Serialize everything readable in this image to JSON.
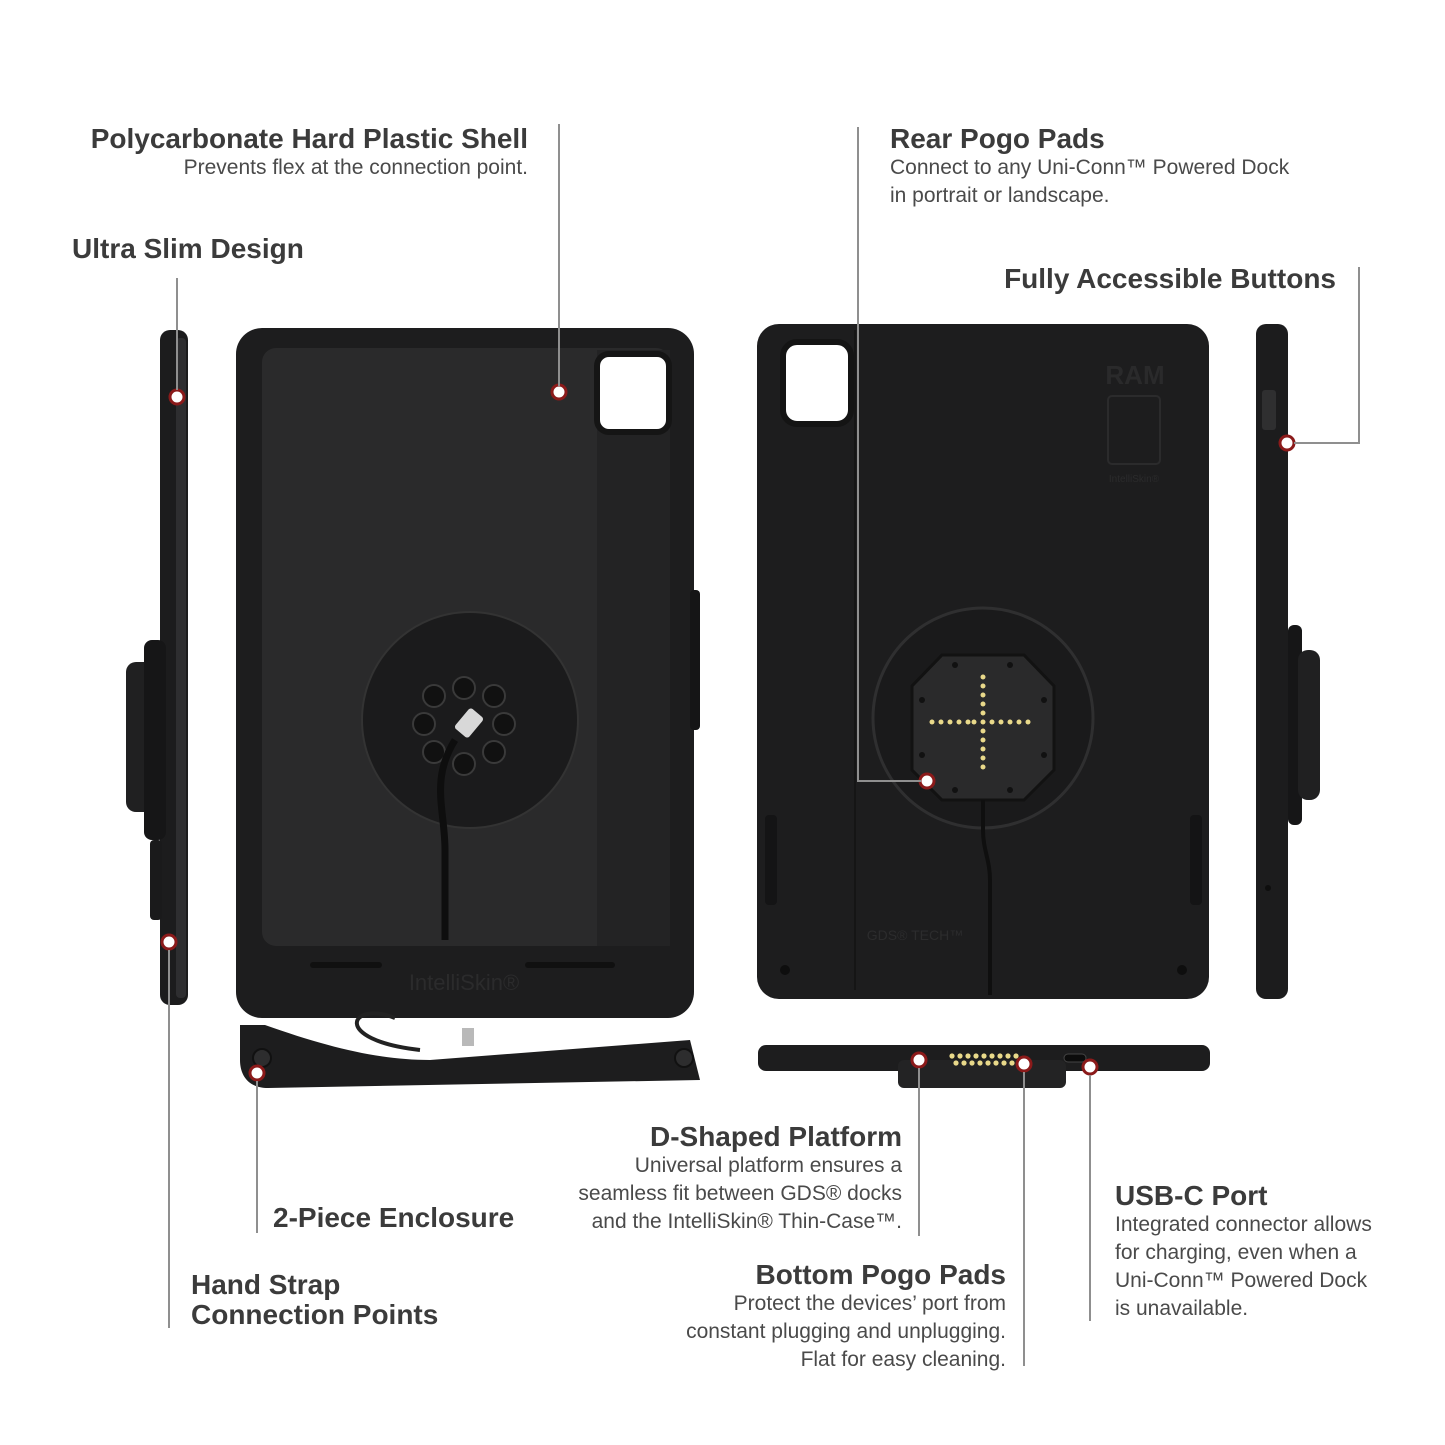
{
  "callouts": {
    "shell": {
      "title": "Polycarbonate Hard Plastic Shell",
      "desc": "Prevents flex at the connection point."
    },
    "slim": {
      "title": "Ultra Slim Design"
    },
    "rear_pogo": {
      "title": "Rear Pogo Pads",
      "desc1": "Connect to any Uni-Conn™ Powered Dock",
      "desc2": "in portrait or landscape."
    },
    "buttons": {
      "title": "Fully Accessible Buttons"
    },
    "platform": {
      "title": "D-Shaped Platform",
      "desc1": "Universal platform ensures a",
      "desc2": "seamless fit between GDS® docks",
      "desc3": "and the IntelliSkin® Thin-Case™."
    },
    "enclosure": {
      "title": "2-Piece Enclosure"
    },
    "hand_strap": {
      "title1": "Hand Strap",
      "title2": "Connection Points"
    },
    "bottom_pogo": {
      "title": "Bottom Pogo Pads",
      "desc1": "Protect the devices’ port from",
      "desc2": "constant plugging and unplugging.",
      "desc3": "Flat for easy cleaning."
    },
    "usbc": {
      "title": "USB-C Port",
      "desc1": "Integrated connector allows",
      "desc2": "for charging, even when a",
      "desc3": "Uni-Conn™ Powered Dock",
      "desc4": "is unavailable."
    }
  },
  "product_marks": {
    "front_logo": "IntelliSkin®",
    "back_brand": "RAM",
    "back_logo": "IntelliSkin®",
    "gds": "GDS® TECH™"
  },
  "colors": {
    "case": "#1f1f20",
    "case_edge": "#2c2c2d",
    "leader": "#8f8f8f",
    "marker_ring": "#8b1a1a",
    "pogo": "#e9d98a"
  }
}
